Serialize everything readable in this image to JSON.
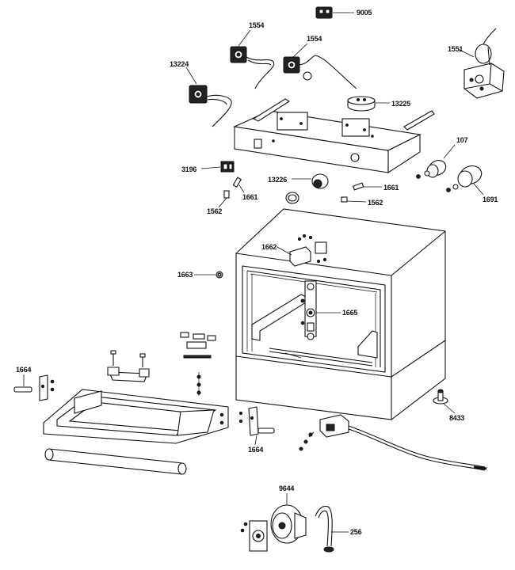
{
  "labels": {
    "p9005": "9005",
    "p1554a": "1554",
    "p1554b": "1554",
    "p1551": "1551",
    "p13224": "13224",
    "p13225": "13225",
    "p107": "107",
    "p3196": "3196",
    "p13226": "13226",
    "p1661a": "1661",
    "p1661b": "1661",
    "p1562a": "1562",
    "p1562b": "1562",
    "p1691": "1691",
    "p1662": "1662",
    "p1663": "1663",
    "p1665": "1665",
    "p1664a": "1664",
    "p1664b": "1664",
    "p8433": "8433",
    "p9644": "9644",
    "p256": "256"
  }
}
